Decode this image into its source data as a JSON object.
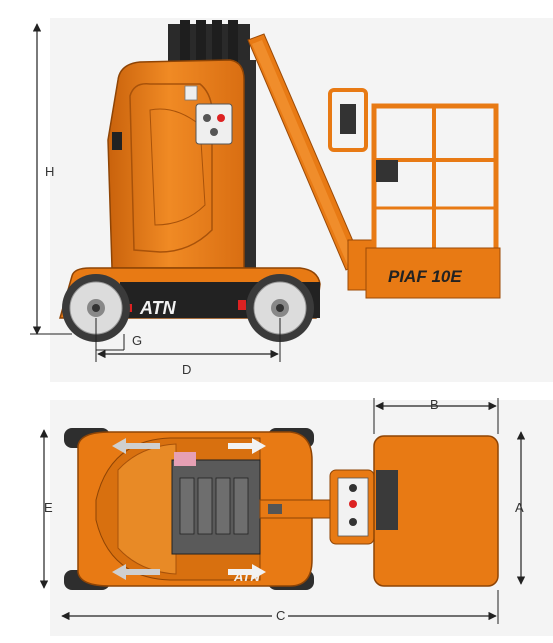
{
  "colors": {
    "body_orange": "#E87A14",
    "body_dark": "#B9560A",
    "body_light": "#F39A3A",
    "mast_black": "#222222",
    "wheel_grey": "#D8D8D8",
    "tire_dark": "#3A3A3A",
    "panel_bg": "#F2F2F2",
    "arrow_grey": "#C9C9C9"
  },
  "side_view": {
    "brand_label": "ATN",
    "model_label": "PIAF 10E",
    "dimension_labels": {
      "height": "H",
      "ground_clearance": "G",
      "wheelbase": "D"
    }
  },
  "top_view": {
    "brand_label": "ATN",
    "dimension_labels": {
      "platform_length": "B",
      "width": "E",
      "platform_width": "A",
      "overall_length": "C"
    }
  }
}
